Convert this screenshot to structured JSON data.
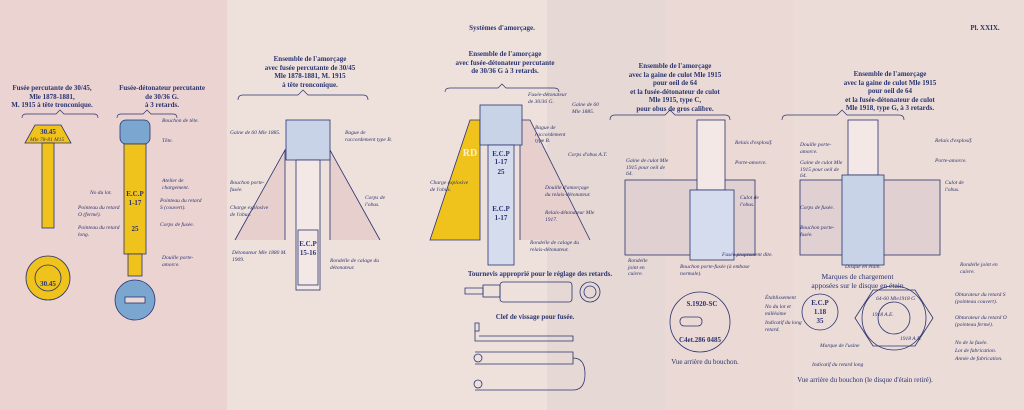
{
  "plate": {
    "title": "Systèmes d'amorçage.",
    "number": "Pl. XXIX."
  },
  "colors": {
    "paper": "#e9d9d6",
    "ink": "#2a3470",
    "yellow": "#f0c21c",
    "blue": "#7aa6cf"
  },
  "figures": {
    "fig1": {
      "caption": "Fusée percutante de 30/45,\nMle 1878-1881,\nM. 1915 à tête tronconique.",
      "marks": [
        "30.45",
        "Mle 78-81 M15",
        "30.45"
      ]
    },
    "fig2": {
      "caption": "Fusée-détonateur percutante\nde 30/36 G.\nà 3 retards.",
      "marks": [
        "E.C.P",
        "1-17",
        "25"
      ],
      "labels": [
        "Bouchon de tête.",
        "Tête.",
        "Atelier de chargement.",
        "No du lot.",
        "Pointeau du retard S (couvert).",
        "Pointeau du retard O (fermé).",
        "Pointeau du retard long.",
        "Corps de fusée.",
        "Douille porte-amorce."
      ]
    },
    "fig3": {
      "caption": "Ensemble de l'amorçage\navec fusée percutante de 30/45\nMle 1878-1881, M. 1915\nà tête tronconique.",
      "labels": [
        "Gaine de 60 Mle 1885.",
        "Bague de raccordement type B.",
        "Bouchon porte-fusée.",
        "Charge explosive de l'obus.",
        "Corps de l'obus.",
        "Détonateur Mle 1880 M. 1909.",
        "Rondelle de calage du détonateur."
      ],
      "marks": [
        "E.C.P",
        "15-16"
      ]
    },
    "fig4": {
      "caption": "Ensemble de l'amorçage\navec fusée-détonateur percutante\nde 30/36 G à 3 retards.",
      "labels": [
        "Fusée-détonateur de 30/36 G.",
        "Gaine de 60 Mle 1885.",
        "Bague de raccordement type B.",
        "Corps d'obus A.T.",
        "Charge explosive de l'obus.",
        "Douille d'amorçage du relais-détonateur.",
        "Relais-détonateur Mle 1917.",
        "Rondelle de calage du relais-détonateur."
      ],
      "marks": [
        "E.C.P",
        "1-17",
        "25",
        "RD",
        "E.C.P",
        "1-17"
      ]
    },
    "fig5": {
      "caption": "Ensemble de l'amorçage\navec la gaine de culot Mle 1915\npour oeil de 64\net la fusée-détonateur de culot\nMle 1915, type C,\npour obus de gros calibre.",
      "labels": [
        "Relais d'explosif.",
        "Porte-amorce.",
        "Gaine de culot Mle 1915 pour oeil de 64.",
        "Culot de l'obus.",
        "Rondelle joint en cuivre.",
        "Bouchon porte-fusée (à embase normale).",
        "Fusée proprement dite."
      ],
      "rear_caption": "Vue arrière du bouchon.",
      "marks": [
        "S.1920-SC",
        "C4et.286 0485"
      ]
    },
    "fig6": {
      "caption": "Ensemble de l'amorçage\navec la gaine de culot Mle 1915\npour oeil de 64\net la fusée-détonateur de culot\nMle 1918, type G, à 3 retards.",
      "labels": [
        "Relais d'explosif.",
        "Douille porte-amorce.",
        "Porte-amorce.",
        "Gaine de culot Mle 1915 pour oeil de 64.",
        "Culot de l'obus.",
        "Corps de fusée.",
        "Bouchon porte-fusée.",
        "Disque en étain.",
        "Rondelle joint en cuivre."
      ]
    },
    "tools": {
      "screwdriver": "Tournevis approprié pour le réglage des retards.",
      "wrench": "Clef de vissage pour fusée."
    },
    "marks_detail": {
      "title": "Marques de chargement\napposées sur le disque en étain",
      "disc": [
        "E.C.P",
        "1.18",
        "35"
      ],
      "left_labels": [
        "Établissement",
        "No du lot et millésime",
        "Indicatif du long retard.",
        "Marque de l'usine",
        "Indicatif du retard long"
      ],
      "right_labels": [
        "Obturateur du retard S (pointeau couvert).",
        "Obturateur du retard O (pointeau fermé).",
        "No de la fusée.",
        "Lot de fabrication.",
        "Année de fabrication."
      ],
      "hex_text": [
        "64-60 Mle1918 G",
        "1918 A.E.",
        "1918 A.E."
      ],
      "caption": "Vue arrière du bouchon (le disque d'étain retiré)."
    }
  }
}
